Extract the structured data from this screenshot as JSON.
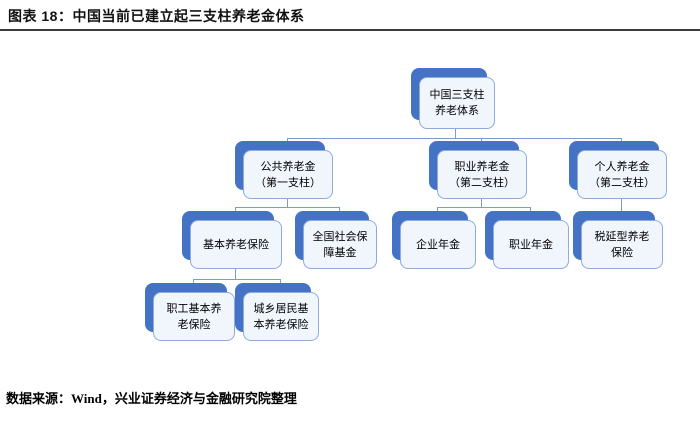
{
  "header": {
    "title": "图表 18：中国当前已建立起三支柱养老金体系"
  },
  "footer": {
    "source": "数据来源：Wind，兴业证券经济与金融研究院整理"
  },
  "colors": {
    "shadow_blue": "#4472c4",
    "box_border": "#8faadc",
    "box_fill": "#f1f5fc",
    "connector": "#7c9bd1",
    "title_color": "#111111",
    "divider_color": "#3a3a3a",
    "text_color": "#000000"
  },
  "nodes": {
    "root": {
      "lines": [
        "中国三支柱",
        "养老体系"
      ]
    },
    "public": {
      "lines": [
        "公共养老金",
        "（第一支柱）"
      ]
    },
    "occupational": {
      "lines": [
        "职业养老金",
        "（第二支柱）"
      ]
    },
    "personal": {
      "lines": [
        "个人养老金",
        "（第二支柱）"
      ]
    },
    "basic": {
      "lines": [
        "基本养老保险"
      ]
    },
    "nssf": {
      "lines": [
        "全国社会保",
        "障基金"
      ]
    },
    "enterprise_annuity": {
      "lines": [
        "企业年金"
      ]
    },
    "occupational_annuity": {
      "lines": [
        "职业年金"
      ]
    },
    "tax_deferred": {
      "lines": [
        "税延型养老",
        "保险"
      ]
    },
    "employee_basic": {
      "lines": [
        "职工基本养",
        "老保险"
      ]
    },
    "resident_basic": {
      "lines": [
        "城乡居民基",
        "本养老保险"
      ]
    }
  },
  "hierarchy": {
    "root": "中国三支柱养老体系",
    "children": [
      {
        "label": "公共养老金（第一支柱）",
        "children": [
          {
            "label": "基本养老保险",
            "children": [
              {
                "label": "职工基本养老保险"
              },
              {
                "label": "城乡居民基本养老保险"
              }
            ]
          },
          {
            "label": "全国社会保障基金"
          }
        ]
      },
      {
        "label": "职业养老金（第二支柱）",
        "children": [
          {
            "label": "企业年金"
          },
          {
            "label": "职业年金"
          }
        ]
      },
      {
        "label": "个人养老金（第二支柱）",
        "children": [
          {
            "label": "税延型养老保险"
          }
        ]
      }
    ]
  }
}
